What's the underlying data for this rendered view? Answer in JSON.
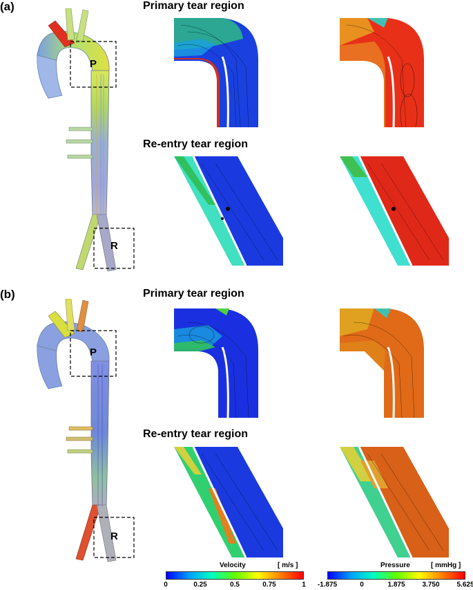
{
  "panels": [
    {
      "label": "(a)",
      "primary_title": "Primary tear region",
      "reentry_title": "Re-entry tear region",
      "primary_marker": "P",
      "reentry_marker": "R"
    },
    {
      "label": "(b)",
      "primary_title": "Primary tear region",
      "reentry_title": "Re-entry tear region",
      "primary_marker": "P",
      "reentry_marker": "R"
    }
  ],
  "colorbars": {
    "velocity": {
      "title": "Velocity",
      "unit": "[ m/s ]",
      "ticks": [
        "0",
        "0.25",
        "0.5",
        "0.75",
        "1"
      ],
      "colors": [
        "#0000ff",
        "#00a0ff",
        "#00ffc0",
        "#60ff00",
        "#ffff00",
        "#ff8000",
        "#ff0000"
      ]
    },
    "pressure": {
      "title": "Pressure",
      "unit": "[ mmHg ]",
      "ticks": [
        "-1.875",
        "0",
        "1.875",
        "3.750",
        "5.625"
      ],
      "colors": [
        "#0000ff",
        "#00a0ff",
        "#00ffc0",
        "#60ff00",
        "#ffff00",
        "#ff8000",
        "#ff0000"
      ]
    }
  }
}
